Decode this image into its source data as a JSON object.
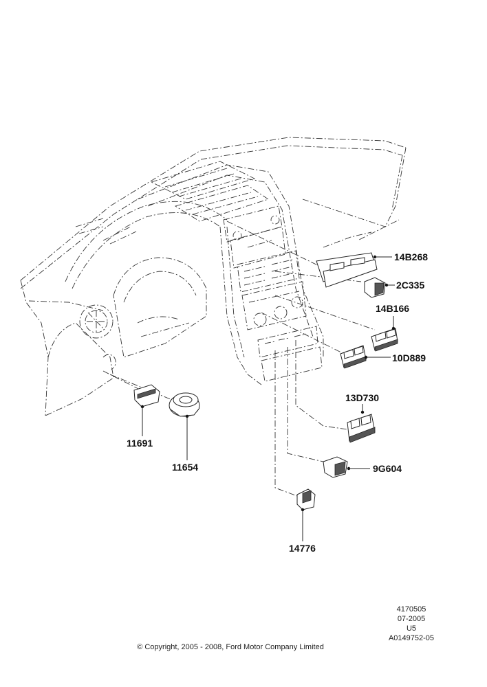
{
  "diagram": {
    "parts": [
      {
        "id": "14B268",
        "label": "14B268"
      },
      {
        "id": "2C335",
        "label": "2C335"
      },
      {
        "id": "14B166",
        "label": "14B166"
      },
      {
        "id": "10D889",
        "label": "10D889"
      },
      {
        "id": "13D730",
        "label": "13D730"
      },
      {
        "id": "9G604",
        "label": "9G604"
      },
      {
        "id": "14776",
        "label": "14776"
      },
      {
        "id": "11691",
        "label": "11691"
      },
      {
        "id": "11654",
        "label": "11654"
      }
    ]
  },
  "meta": {
    "lines": [
      "4170505",
      "07-2005",
      "U5",
      "A0149752-05"
    ],
    "copyright": "© Copyright, 2005 - 2008, Ford Motor Company Limited"
  }
}
